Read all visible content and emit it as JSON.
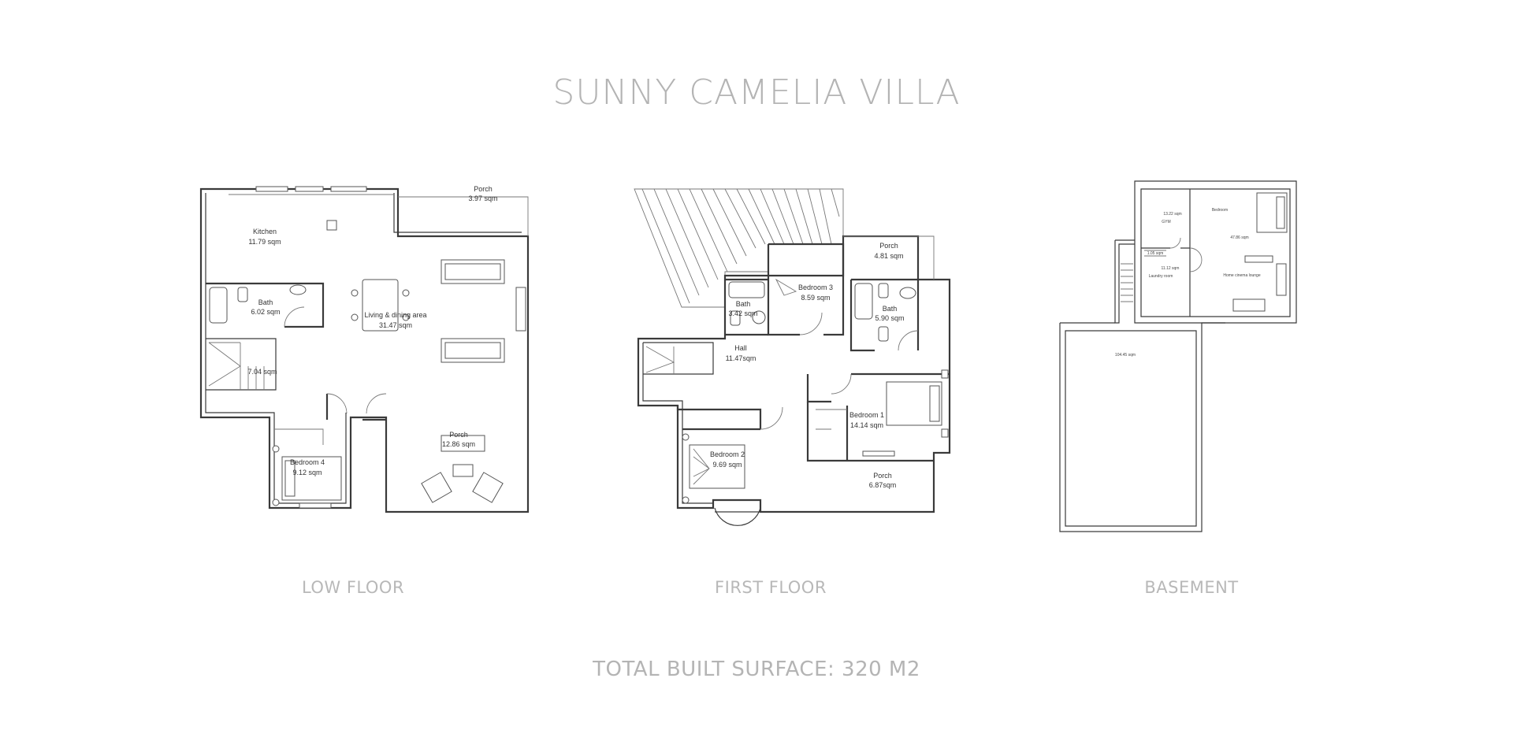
{
  "title": "SUNNY CAMELIA VILLA",
  "total": "TOTAL BUILT SURFACE: 320 M2",
  "floors": [
    {
      "name": "LOW FLOOR",
      "rooms": [
        {
          "name": "Porch",
          "area": "3.97 sqm"
        },
        {
          "name": "Kitchen",
          "area": "11.79 sqm"
        },
        {
          "name": "Bath",
          "area": "6.02 sqm"
        },
        {
          "name": "Living & dining area",
          "area": "31.47 sqm"
        },
        {
          "name": "",
          "area": "7.04 sqm"
        },
        {
          "name": "Porch",
          "area": "12.86 sqm"
        },
        {
          "name": "Bedroom 4",
          "area": "9.12 sqm"
        }
      ]
    },
    {
      "name": "FIRST FLOOR",
      "rooms": [
        {
          "name": "Porch",
          "area": "4.81 sqm"
        },
        {
          "name": "Bedroom 3",
          "area": "8.59 sqm"
        },
        {
          "name": "Bath",
          "area": "3.42 sqm"
        },
        {
          "name": "Bath",
          "area": "5.90 sqm"
        },
        {
          "name": "Hall",
          "area": "11.47sqm"
        },
        {
          "name": "Bedroom 1",
          "area": "14.14 sqm"
        },
        {
          "name": "Bedroom 2",
          "area": "9.69 sqm"
        },
        {
          "name": "Porch",
          "area": "6.87sqm"
        }
      ]
    },
    {
      "name": "BASEMENT",
      "rooms": [
        {
          "name": "GYM",
          "area": "13.22 sqm"
        },
        {
          "name": "Bedroom",
          "area": ""
        },
        {
          "name": "Home cinema lounge",
          "area": "47.86 sqm"
        },
        {
          "name": "",
          "area": "1.05 sqm"
        },
        {
          "name": "Laundry room",
          "area": "11.12 sqm"
        },
        {
          "name": "",
          "area": "104.45 sqm"
        }
      ]
    }
  ]
}
